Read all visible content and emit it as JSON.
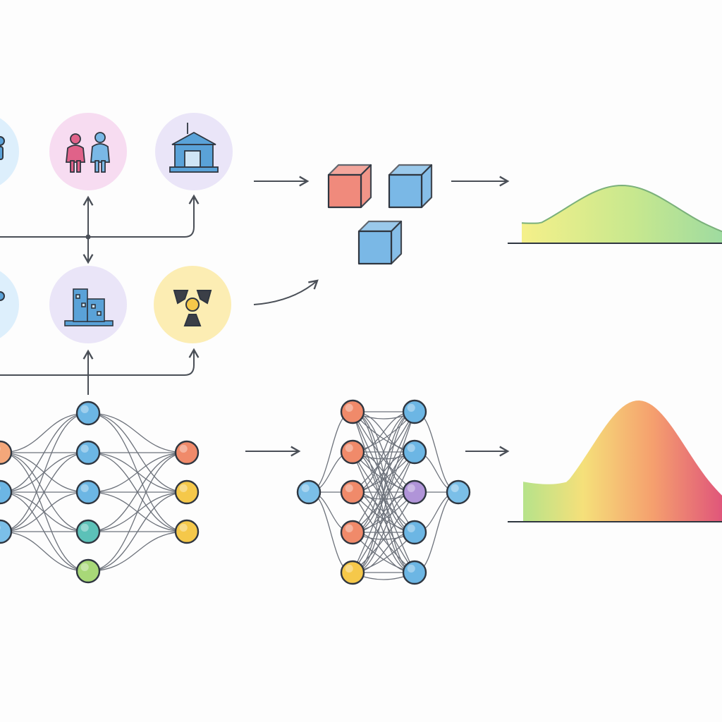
{
  "colors": {
    "background": "#fdfdfd",
    "line": "#4a4f57",
    "node_stroke": "#2f3640",
    "entity_blue": "#5aa2d8",
    "entity_pink": "#e06289",
    "cube_red": "#f08a7c",
    "cube_blue": "#7ab8e6",
    "halo_blue": "#d7ecfb",
    "halo_pink": "#f6d6ee",
    "halo_lavender": "#e6e1f7",
    "halo_yellow": "#fbeaa6"
  },
  "entities": [
    {
      "name": "person",
      "icon": "person-icon",
      "halo": "#d7ecfb"
    },
    {
      "name": "couple",
      "icon": "couple-icon",
      "halo": "#f6d6ee"
    },
    {
      "name": "bank",
      "icon": "bank-icon",
      "halo": "#e6e1f7"
    },
    {
      "name": "person-2",
      "icon": "person-icon",
      "halo": "#d7ecfb"
    },
    {
      "name": "city",
      "icon": "city-icon",
      "halo": "#e6e1f7"
    },
    {
      "name": "radiation",
      "icon": "radiation-icon",
      "halo": "#fbeaa6"
    }
  ],
  "cubes": [
    {
      "name": "cube-red",
      "color": "#f08a7c"
    },
    {
      "name": "cube-blue-right",
      "color": "#7ab8e6"
    },
    {
      "name": "cube-blue-bottom",
      "color": "#7ab8e6"
    }
  ],
  "network_left": {
    "layers": [
      {
        "colors": [
          "#f4a77a",
          "#6cb6e4",
          "#7bbfe8"
        ]
      },
      {
        "colors": [
          "#6cb6e4",
          "#6cb6e4",
          "#6cb6e4",
          "#5cc1b8",
          "#a8d878"
        ]
      },
      {
        "colors": [
          "#f08a6a",
          "#f5c84a",
          "#f5c84a"
        ]
      }
    ]
  },
  "network_right": {
    "layers": [
      {
        "colors": [
          "#7bbfe8"
        ]
      },
      {
        "colors": [
          "#f08a6a",
          "#f08a6a",
          "#f08a6a",
          "#f08a6a",
          "#f5c84a"
        ]
      },
      {
        "colors": [
          "#6cb6e4",
          "#6cb6e4",
          "#b094d8",
          "#6cb6e4",
          "#6cb6e4"
        ]
      },
      {
        "colors": [
          "#7bbfe8"
        ]
      }
    ]
  },
  "distributions": [
    {
      "name": "distribution-top",
      "gradient": [
        "#f5f08a",
        "#c8e88e",
        "#9fdba0"
      ],
      "peak": 0.82
    },
    {
      "name": "distribution-bottom",
      "gradient": [
        "#b6e38a",
        "#f5e07a",
        "#f5a06e",
        "#e0567a"
      ],
      "peak": 1.0
    }
  ]
}
